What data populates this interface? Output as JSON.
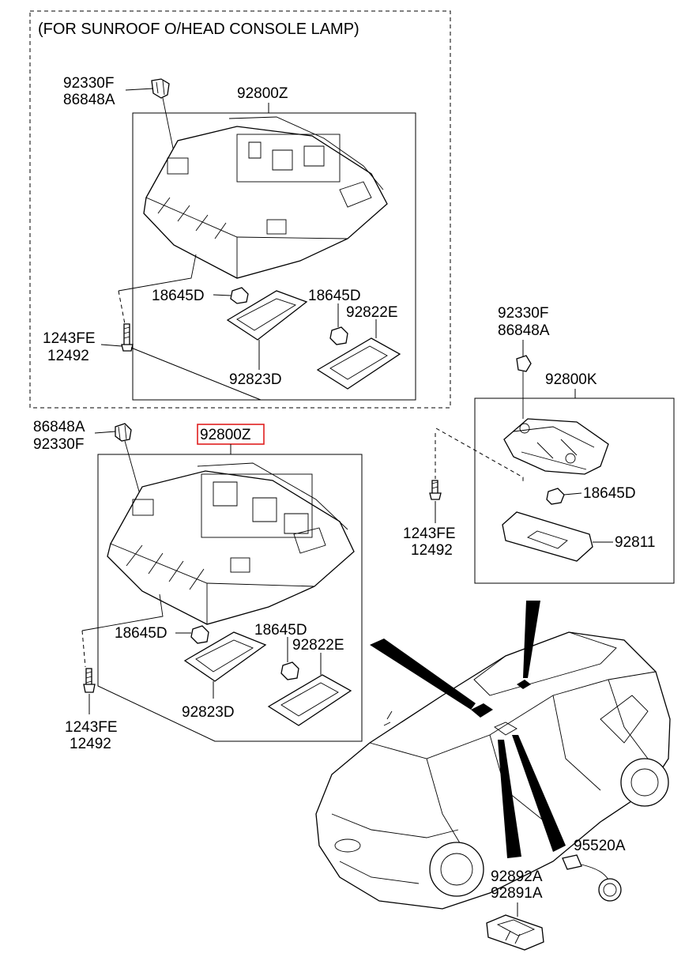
{
  "header": {
    "text": "(FOR SUNROOF O/HEAD CONSOLE LAMP)"
  },
  "top_group": {
    "clip_a": "92330F",
    "clip_b": "86848A",
    "assembly": "92800Z",
    "bulb_left": "18645D",
    "bulb_right": "18645D",
    "lens_right": "92822E",
    "screw_a": "1243FE",
    "screw_b": "12492",
    "lens_left": "92823D"
  },
  "right_group": {
    "clip_a": "92330F",
    "clip_b": "86848A",
    "assembly": "92800K",
    "bulb": "18645D",
    "screw_a": "1243FE",
    "screw_b": "12492",
    "lens": "92811"
  },
  "lower_group": {
    "clip_a": "86848A",
    "clip_b": "92330F",
    "assembly": "92800Z",
    "assembly_highlight_color": "#e02020",
    "bulb_left": "18645D",
    "bulb_right": "18645D",
    "lens_right": "92822E",
    "lens_left": "92823D",
    "screw_a": "1243FE",
    "screw_b": "12492"
  },
  "car_group": {
    "sensor": "95520A",
    "lamp_a": "92892A",
    "lamp_b": "92891A"
  }
}
